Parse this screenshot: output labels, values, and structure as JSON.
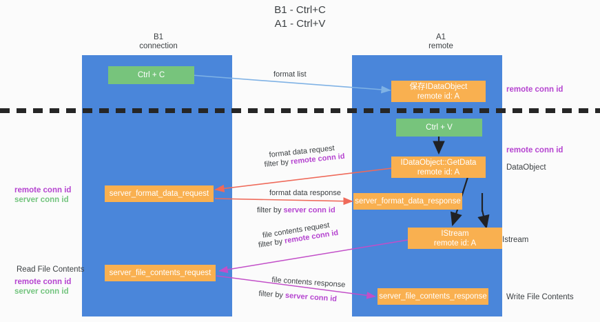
{
  "title": {
    "line1": "B1 - Ctrl+C",
    "line2": "A1 - Ctrl+V"
  },
  "columns": [
    {
      "name": "B1",
      "role": "connection"
    },
    {
      "name": "A1",
      "role": "remote"
    }
  ],
  "nodes": {
    "ctrl_c": "Ctrl + C",
    "ctrl_v": "Ctrl + V",
    "save_dataobject_l1": "保存IDataObject",
    "save_dataobject_l2": "remote id: A",
    "getdata_l1": "IDataObject::GetData",
    "getdata_l2": "remote id: A",
    "istream_l1": "IStream",
    "istream_l2": "remote id: A",
    "server_format_data_request": "server_format_data_request",
    "server_format_data_response": "server_format_data_response",
    "server_file_contents_request": "server_file_contents_request",
    "server_file_contents_response": "server_file_contents_response"
  },
  "edge_labels": {
    "format_list": "format list",
    "format_data_request": "format data request",
    "format_data_request_filter_prefix": "filter by ",
    "format_data_request_filter_key": "remote conn id",
    "format_data_response": "format data response",
    "format_data_response_filter_prefix": "filter by ",
    "format_data_response_filter_key": "server conn id",
    "file_contents_request": "file contents request",
    "file_contents_request_filter_prefix": "filter by ",
    "file_contents_request_filter_key": "remote conn id",
    "file_contents_response": "file contents response",
    "file_contents_response_filter_prefix": "filter by ",
    "file_contents_response_filter_key": "server conn id"
  },
  "annotations": {
    "left": {
      "remote_conn_id": "remote conn id",
      "server_conn_id": "server conn id",
      "read_file_contents": "Read File Contents",
      "remote_conn_id_2": "remote conn id",
      "server_conn_id_2": "server conn id"
    },
    "right": {
      "remote_conn_id_top": "remote conn id",
      "remote_conn_id_mid": "remote conn id",
      "dataobject": "DataObject",
      "istream": "Istream",
      "write_file_contents": "Write File Contents"
    }
  },
  "colors": {
    "lane": "#4a86da",
    "green_node": "#77c47c",
    "orange_node": "#f9b050",
    "purple_text": "#b544d0",
    "green_text": "#73c47e",
    "arrow_blue": "#7fb2e5",
    "arrow_red": "#ef6a5a",
    "arrow_magenta": "#c24ec8",
    "arrow_black": "#202124",
    "dash_line": "#262626",
    "background": "#fbfbfb"
  }
}
